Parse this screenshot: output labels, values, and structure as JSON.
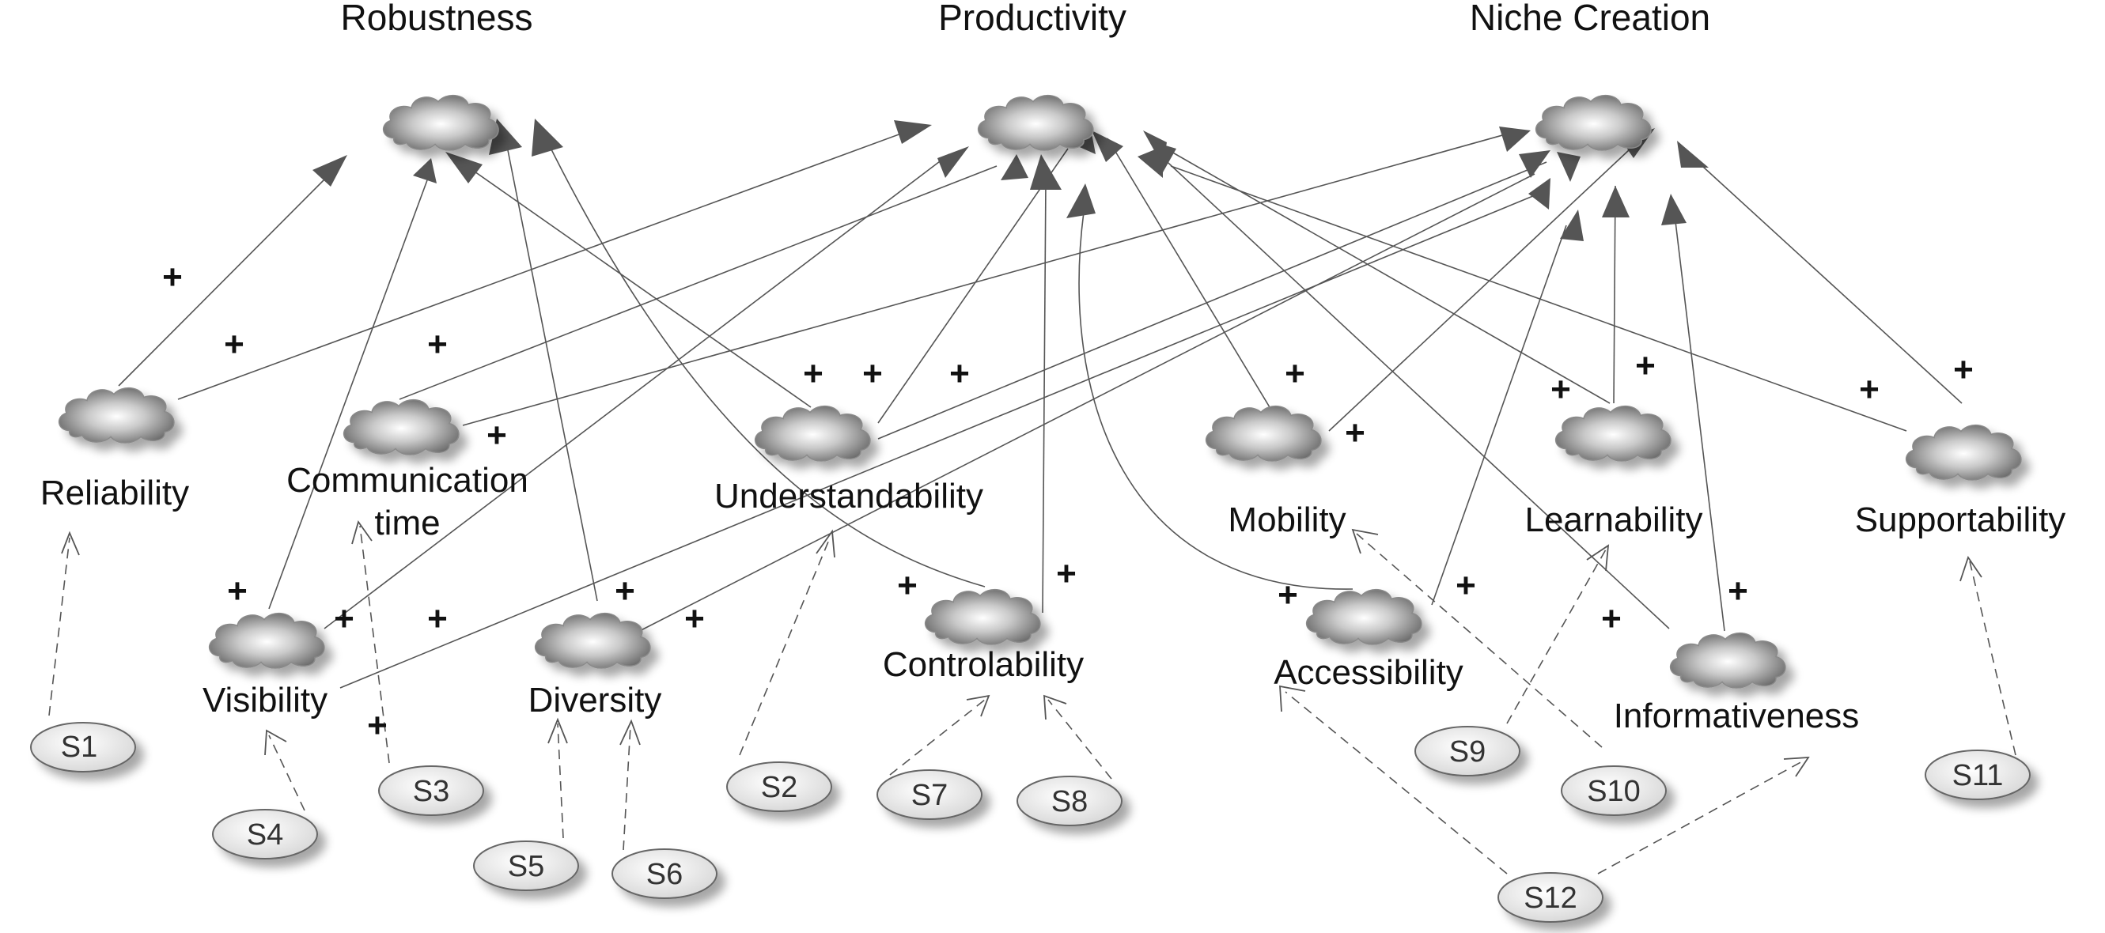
{
  "goals": {
    "robustness": "Robustness",
    "productivity": "Productivity",
    "niche_creation": "Niche Creation"
  },
  "softgoals": {
    "reliability": "Reliability",
    "communication_time_line1": "Communication",
    "communication_time_line2": "time",
    "understandability": "Understandability",
    "mobility": "Mobility",
    "learnability": "Learnability",
    "supportability": "Supportability",
    "visibility": "Visibility",
    "diversity": "Diversity",
    "controlability": "Controlability",
    "accessibility": "Accessibility",
    "informativeness": "Informativeness"
  },
  "strategies": {
    "s1": "S1",
    "s2": "S2",
    "s3": "S3",
    "s4": "S4",
    "s5": "S5",
    "s6": "S6",
    "s7": "S7",
    "s8": "S8",
    "s9": "S9",
    "s10": "S10",
    "s11": "S11",
    "s12": "S12"
  },
  "contribution_symbol": "+"
}
